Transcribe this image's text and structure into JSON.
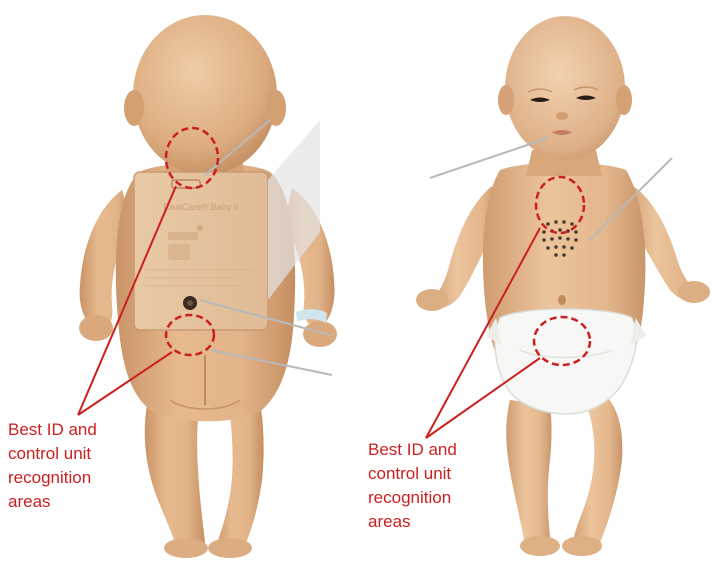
{
  "colors": {
    "background": "#ffffff",
    "skin": "#e2b48a",
    "skin_shade": "#c99467",
    "skin_highlight": "#f0cca5",
    "annotation_red": "#cc1f1f",
    "callout_grey": "#b9b9b9",
    "diaper": "#f7f7f5",
    "control_panel": "#eaccab"
  },
  "back_view": {
    "panel_brand": "RealCare® Baby II",
    "caption_lines": [
      "Best ID and",
      "control unit",
      "recognition",
      "areas"
    ]
  },
  "front_view": {
    "caption_lines": [
      "Best ID and",
      "control unit",
      "recognition",
      "areas"
    ]
  },
  "icons": {
    "recognition_marker": "dashed-ellipse",
    "speaker": "speaker-grille-icon"
  }
}
